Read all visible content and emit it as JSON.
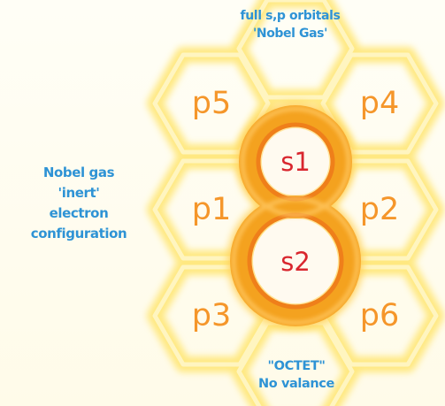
{
  "captions": {
    "top": [
      "full s,p orbitals",
      "'Nobel Gas'"
    ],
    "left": [
      "Nobel gas",
      "'inert'",
      "electron",
      "configuration"
    ],
    "bottom": [
      "\"OCTET\"",
      "No valance"
    ]
  },
  "cells": {
    "p5": "p5",
    "p4": "p4",
    "p1": "p1",
    "p2": "p2",
    "p3": "p3",
    "p6": "p6"
  },
  "center": {
    "upper": "s1",
    "lower": "s2",
    "figure": "8"
  },
  "colors": {
    "caption_text": "#2e93d5",
    "hex_glow": "#ffe98a",
    "hex_outline": "#fff7c9",
    "p_label": "#f5962a",
    "eight_outer": "#f4a21f",
    "eight_inner": "#ef7f1a",
    "s_label": "#d9262e",
    "background": "#fffdf1"
  }
}
